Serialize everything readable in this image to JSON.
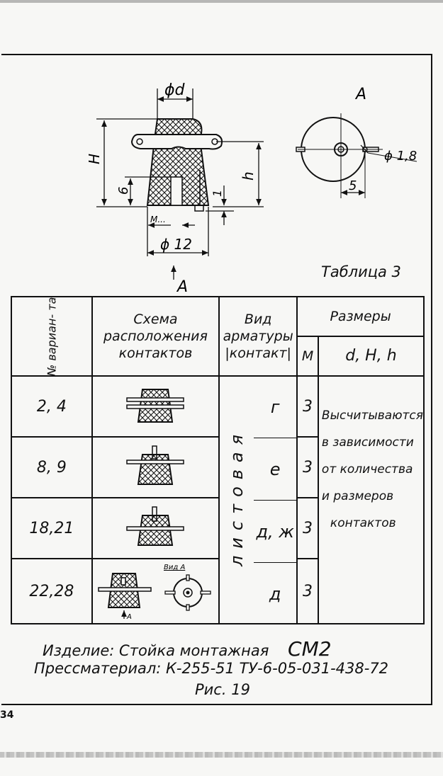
{
  "drawing": {
    "label_d": "ϕd",
    "label_H": "H",
    "label_h": "h",
    "label_6": "6",
    "label_1": "1",
    "label_M": "M...",
    "label_d12": "ϕ 12",
    "label_arrowA": "A",
    "view_A_title": "A",
    "label_d18": "ϕ 1,8",
    "label_5": "5"
  },
  "table_title": "Таблица 3",
  "table": {
    "headers": {
      "variant": "№ вариан- та",
      "scheme": "Схема расположения контактов",
      "kind": "Вид арматуры |контакт|",
      "sizes": "Размеры",
      "m": "М",
      "dhh": "d, H, h"
    },
    "rows": [
      {
        "variant": "2, 4",
        "contact": "г",
        "m": "3"
      },
      {
        "variant": "8, 9",
        "contact": "е",
        "m": "3"
      },
      {
        "variant": "18,21",
        "contact": "д, ж",
        "m": "3"
      },
      {
        "variant": "22,28",
        "contact": "д",
        "m": "3"
      }
    ],
    "material_kind": "листовая",
    "note": [
      "Высчитываются",
      "в зависимости",
      "от количества",
      "и размеров",
      "контактов"
    ],
    "vid_a": "Вид А",
    "arrow_a": "А"
  },
  "caption": {
    "product": "Изделие: Стойка монтажная",
    "product_code": "СМ2",
    "material": "Прессматериал: К-255-51   ТУ-6-05-031-438-72",
    "figure": "Рис. 19"
  },
  "page_number": "34"
}
